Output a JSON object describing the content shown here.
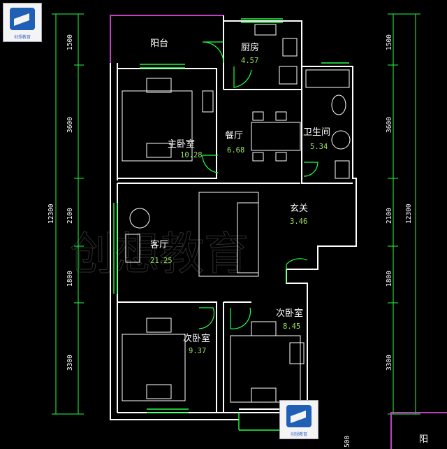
{
  "brand": {
    "name": "创想教育"
  },
  "rooms": [
    {
      "id": "balcony",
      "name": "阳台",
      "area": ""
    },
    {
      "id": "kitchen",
      "name": "厨房",
      "area": "4.57"
    },
    {
      "id": "master",
      "name": "主卧室",
      "area": "10.28"
    },
    {
      "id": "dining",
      "name": "餐厅",
      "area": "6.68"
    },
    {
      "id": "bath",
      "name": "卫生间",
      "area": "5.34"
    },
    {
      "id": "foyer",
      "name": "玄关",
      "area": "3.46"
    },
    {
      "id": "living",
      "name": "客厅",
      "area": "21.25"
    },
    {
      "id": "bed2",
      "name": "次卧室",
      "area": "9.37"
    },
    {
      "id": "bed3",
      "name": "次卧室",
      "area": "8.45"
    },
    {
      "id": "balcony2",
      "name": "阳",
      "area": ""
    }
  ],
  "dimensions": {
    "left": {
      "total": "12300",
      "segments": [
        "1500",
        "3600",
        "2100",
        "1800",
        "3300"
      ]
    },
    "right": {
      "total": "12300",
      "segments": [
        "1500",
        "3600",
        "2100",
        "1800",
        "3300"
      ]
    },
    "bottom": [
      "500"
    ]
  },
  "colors": {
    "wall": "#ffffff",
    "furniture": "#ffffff",
    "door": "#22ff44",
    "window": "#22ff44",
    "dimension": "#22ff44",
    "balcony": "#c040c0",
    "area": "#9be564"
  }
}
